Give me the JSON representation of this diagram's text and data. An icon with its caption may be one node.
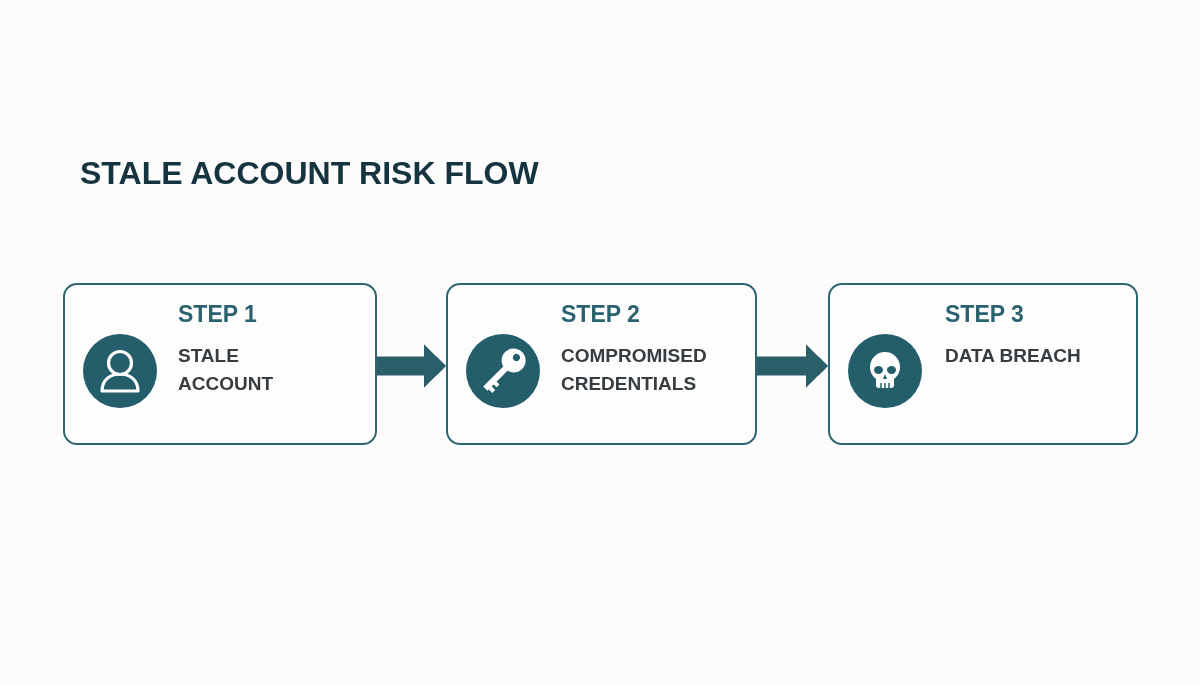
{
  "diagram": {
    "title": "STALE ACCOUNT RISK FLOW",
    "nodes": [
      {
        "text": [
          "STEP 1",
          "STALE ACCOUNT"
        ]
      },
      {
        "text": [
          "STEP 2",
          "COMPROMISED CREDENTIALS"
        ]
      },
      {
        "text": [
          "STEP 3",
          "DATA BREACH"
        ]
      }
    ],
    "edges": [
      {
        "from": 0,
        "to": 1,
        "arrow": "to"
      },
      {
        "from": 1,
        "to": 2,
        "arrow": "to"
      }
    ]
  }
}
